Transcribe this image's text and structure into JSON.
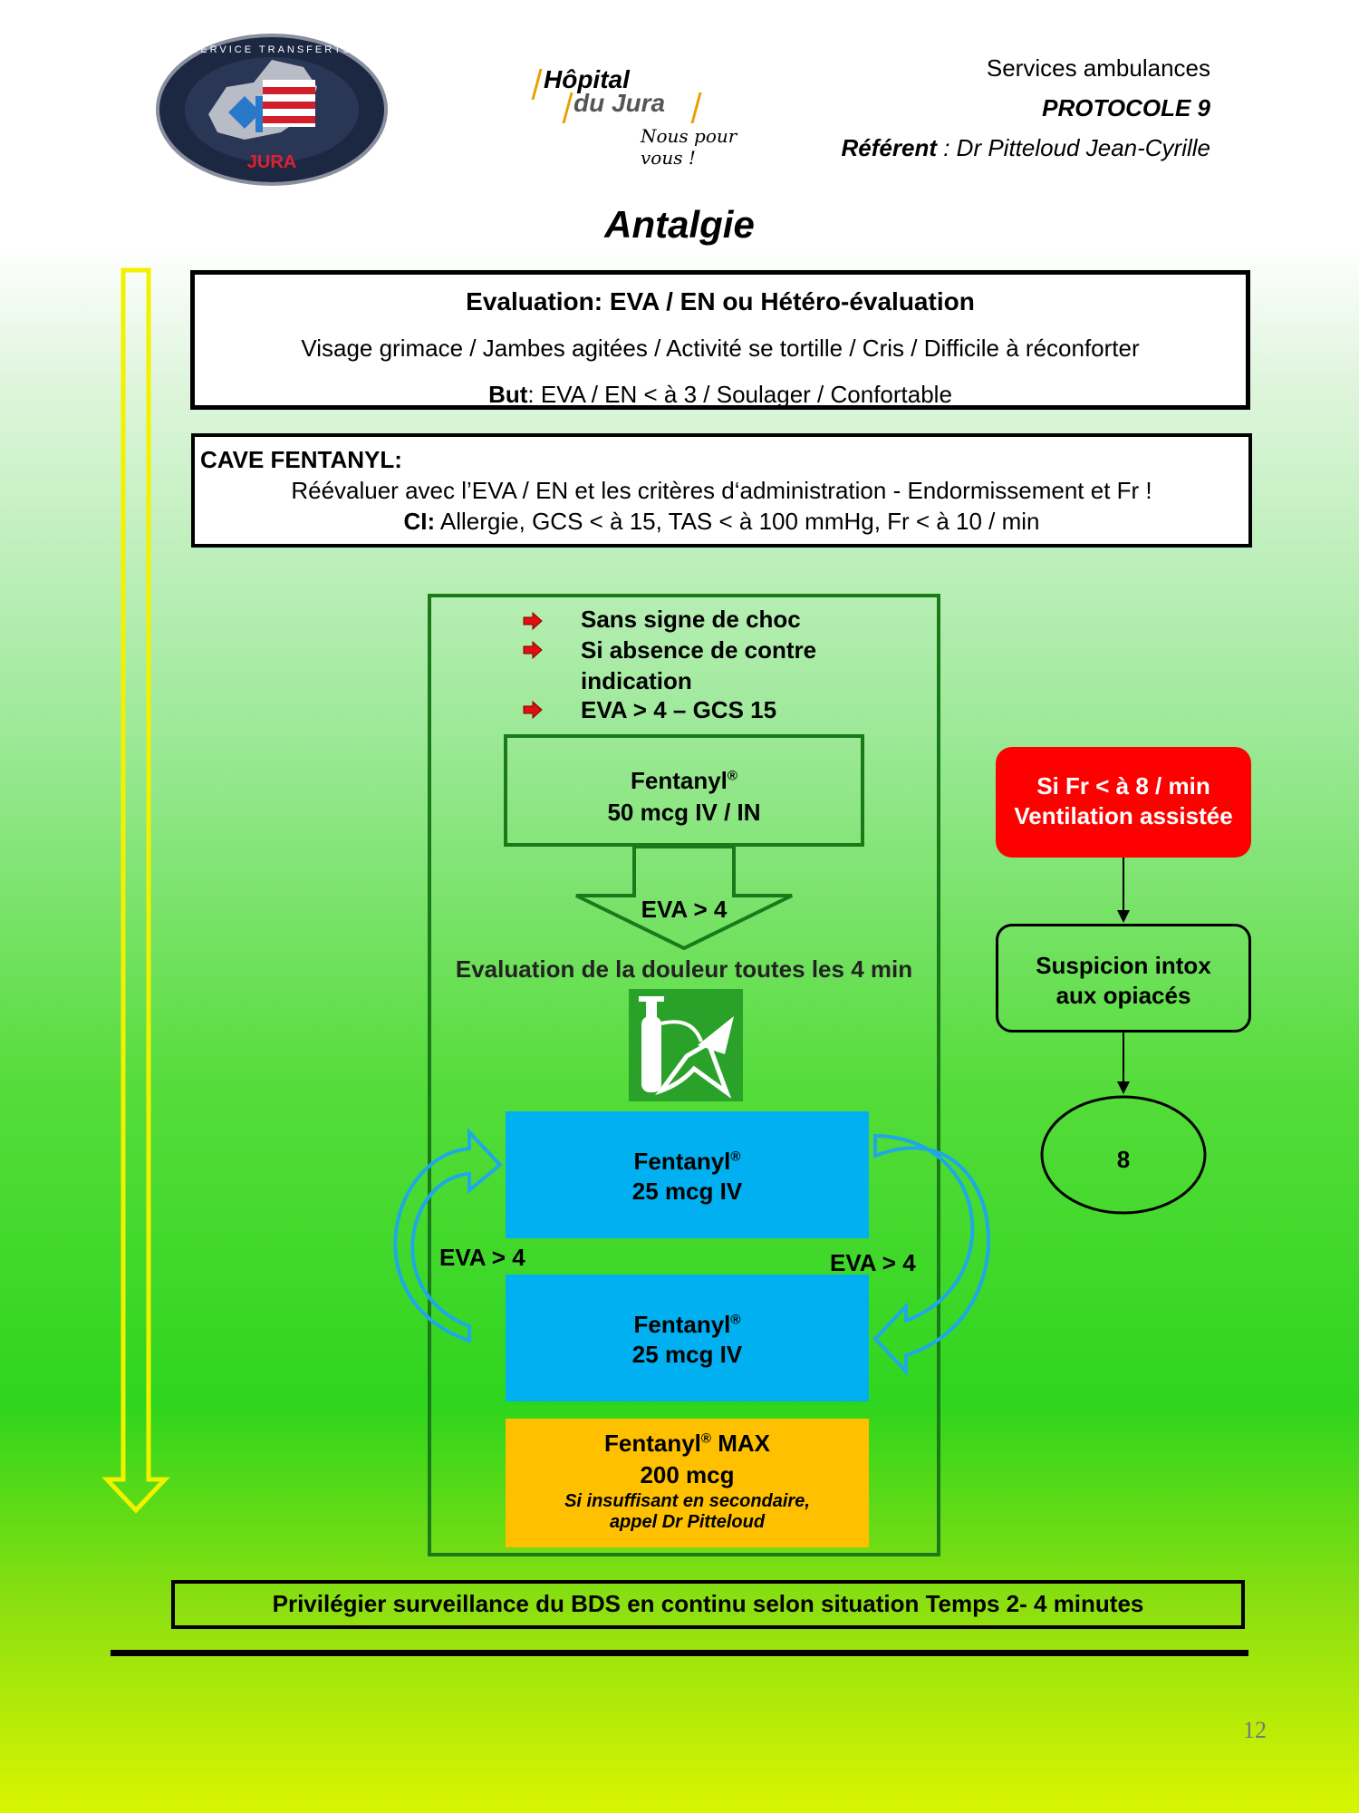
{
  "header": {
    "badge": {
      "top_text": "SERVICE TRANSFERTS",
      "bottom_text": "JURA"
    },
    "hospital": {
      "line1": "Hôpital",
      "line2": "du Jura",
      "tagline": "Nous pour vous !"
    },
    "service": "Services ambulances",
    "protocol": "PROTOCOLE  9",
    "referent_label": "Référent",
    "referent_value": " : Dr Pitteloud Jean-Cyrille"
  },
  "title": "Antalgie",
  "evaluation": {
    "heading": "Evaluation: EVA / EN ou Hétéro-évaluation",
    "criteria": "Visage grimace  / Jambes agitées /   Activité se tortille / Cris / Difficile à réconforter",
    "goal_label": "But",
    "goal_text": ": EVA / EN < à 3 / Soulager / Confortable"
  },
  "cave": {
    "heading": "CAVE FENTANYL:",
    "line1": "Réévaluer avec l’EVA / EN et les critères d‘administration - Endormissement et Fr !",
    "ci_label": "CI:",
    "ci_text": " Allergie, GCS < à 15, TAS < à 100 mmHg, Fr < à 10 / min"
  },
  "conditions": [
    "Sans signe de choc",
    "Si absence de contre indication",
    "EVA > 4 – GCS 15"
  ],
  "fentanyl_initial": {
    "name": "Fentanyl",
    "reg": "®",
    "dose": "50 mcg IV / IN"
  },
  "arrow_label": "EVA > 4",
  "reassessment": "Evaluation de la douleur toutes les 4 min",
  "fentanyl_repeat_1": {
    "name": "Fentanyl",
    "reg": "®",
    "dose": "25 mcg IV"
  },
  "fentanyl_repeat_2": {
    "name": "Fentanyl",
    "reg": "®",
    "dose": "25 mcg IV"
  },
  "loop_left_label": "EVA > 4",
  "loop_right_label": "EVA > 4",
  "fentanyl_max": {
    "name": "Fentanyl",
    "reg": "®",
    "suffix": "  MAX",
    "dose": "200 mcg",
    "note1": "Si insuffisant en secondaire,",
    "note2": "appel Dr Pitteloud"
  },
  "alert": {
    "line1": "Si Fr < à 8 / min",
    "line2": "Ventilation assistée"
  },
  "suspicion": {
    "line1": "Suspicion intox",
    "line2": "aux opiacés"
  },
  "protocol_ref": "8",
  "footer_box": "Privilégier  surveillance du BDS en continu selon situation Temps  2- 4 minutes",
  "page_number": "12",
  "colors": {
    "blue_box": "#00b0f0",
    "max_box": "#ffc000",
    "alert_box": "#ff0000",
    "frame_green": "#1a7a1a",
    "loop_arrow": "#1fa8e8",
    "timeline_arrow": "#f2f200"
  }
}
